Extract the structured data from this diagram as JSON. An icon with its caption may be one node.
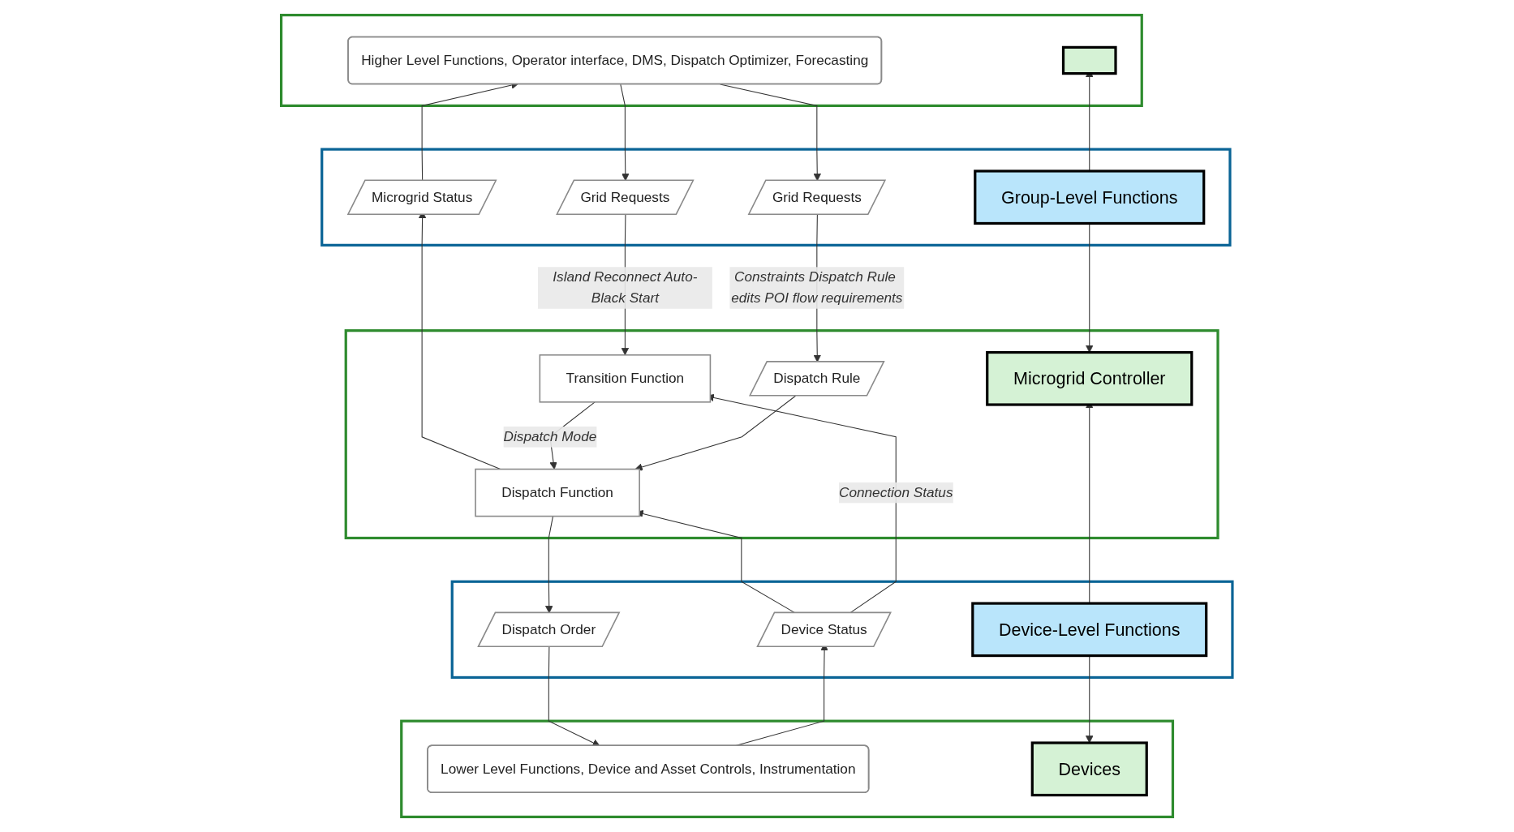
{
  "diagram": {
    "nodes": [
      {
        "text": [],
        "shape": "box"
      },
      {
        "text": [
          "Higher Level Functions, Operator interface, DMS, Dispatch Optimizer, Forecasting"
        ],
        "in": 0
      },
      {
        "text": [],
        "shape": "box",
        "in": 0
      },
      {
        "text": [],
        "shape": "box"
      },
      {
        "text": [
          "Grid Requests"
        ],
        "in": 3
      },
      {
        "text": [
          "Microgrid Status"
        ],
        "in": 3
      },
      {
        "text": [
          "Grid Requests"
        ],
        "in": 3
      },
      {
        "text": [
          "Group-Level Functions"
        ],
        "in": 3
      },
      {
        "text": [],
        "shape": "box"
      },
      {
        "text": [
          "Transition Function"
        ],
        "in": 8
      },
      {
        "text": [
          "Dispatch Function"
        ],
        "in": 8
      },
      {
        "text": [
          "Dispatch Rule"
        ],
        "in": 8
      },
      {
        "text": [
          "Microgrid Controller"
        ],
        "in": 8
      },
      {
        "text": [],
        "shape": "box"
      },
      {
        "text": [
          "Dispatch Order"
        ],
        "in": 13
      },
      {
        "text": [
          "Device Status"
        ],
        "in": 13
      },
      {
        "text": [
          "Device-Level Functions"
        ],
        "in": 13
      },
      {
        "text": [],
        "shape": "box"
      },
      {
        "text": [
          "Lower Level Functions, Device and Asset Controls, Instrumentation"
        ],
        "in": 17
      },
      {
        "text": [
          "Devices"
        ],
        "in": 17
      }
    ],
    "edges": [
      {
        "from": 1,
        "to": 4,
        "arrow": "to"
      },
      {
        "from": 5,
        "to": 1,
        "arrow": "to"
      },
      {
        "from": 1,
        "to": 6,
        "arrow": "to"
      },
      {
        "from": 4,
        "to": 9,
        "arrow": "to",
        "label": "Island Reconnect Auto-Black Start"
      },
      {
        "from": 10,
        "to": 5,
        "arrow": "to"
      },
      {
        "from": 6,
        "to": 11,
        "arrow": "to",
        "label": "Constraints Dispatch Rule edits POI flow requirements"
      },
      {
        "from": 9,
        "to": 10,
        "arrow": "to",
        "label": "Dispatch Mode"
      },
      {
        "from": 11,
        "to": 10,
        "arrow": "to"
      },
      {
        "from": 10,
        "to": 14,
        "arrow": "to"
      },
      {
        "from": 15,
        "to": 10,
        "arrow": "to"
      },
      {
        "from": 15,
        "to": 9,
        "arrow": "to",
        "label": "Connection Status"
      },
      {
        "from": 14,
        "to": 18,
        "arrow": "to"
      },
      {
        "from": 18,
        "to": 15,
        "arrow": "to"
      },
      {
        "from": 7,
        "to": 2,
        "arrow": "to"
      },
      {
        "from": 7,
        "to": 12,
        "arrow": "to"
      },
      {
        "from": 16,
        "to": 12,
        "arrow": "to"
      },
      {
        "from": 16,
        "to": 19,
        "arrow": "to"
      }
    ]
  }
}
